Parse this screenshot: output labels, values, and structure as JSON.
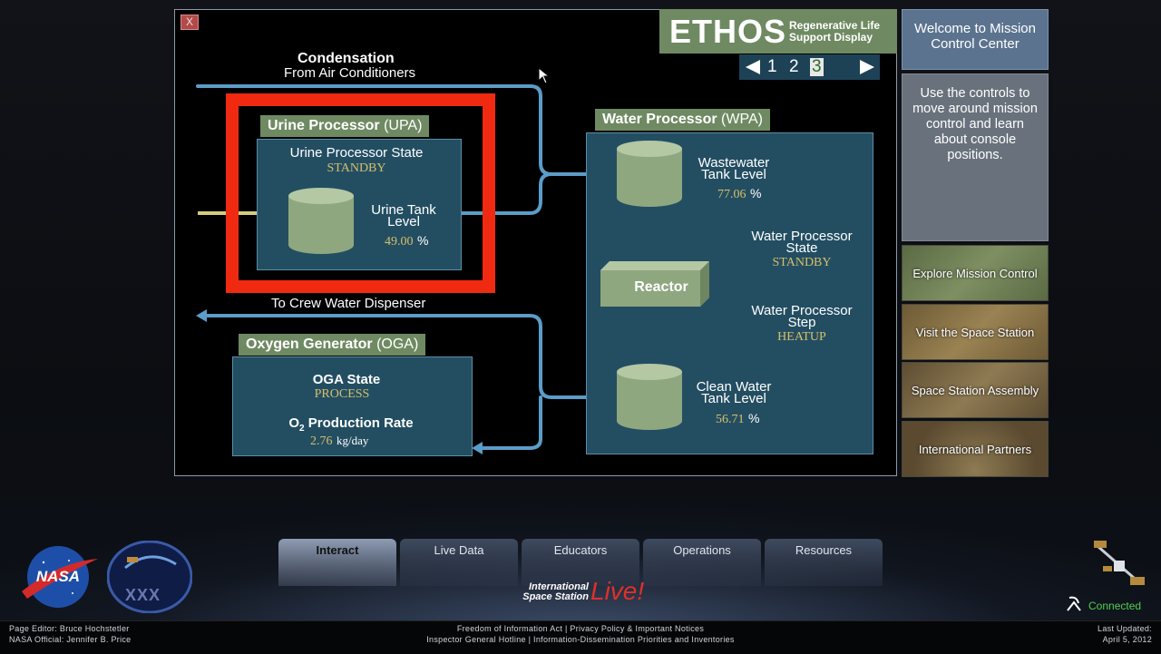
{
  "display": {
    "close_label": "X",
    "ethos": {
      "title": "ETHOS",
      "subtitle_line1": "Regenerative Life",
      "subtitle_line2": "Support Display"
    },
    "pager": {
      "pages": [
        "1",
        "2",
        "3"
      ],
      "current": "3"
    },
    "condensation": {
      "title": "Condensation",
      "subtitle": "From Air Conditioners"
    },
    "upa": {
      "header_bold": "Urine Processor",
      "header_abbr": "(UPA)",
      "state_label": "Urine Processor State",
      "state_value": "STANDBY",
      "tank_label_1": "Urine Tank",
      "tank_label_2": "Level",
      "tank_value": "49.00",
      "tank_unit": "%"
    },
    "wpa": {
      "header_bold": "Water Processor",
      "header_abbr": "(WPA)",
      "wastewater_label_1": "Wastewater",
      "wastewater_label_2": "Tank Level",
      "wastewater_value": "77.06",
      "wastewater_unit": "%",
      "state_label_1": "Water Processor",
      "state_label_2": "State",
      "state_value": "STANDBY",
      "reactor_label": "Reactor",
      "step_label_1": "Water Processor",
      "step_label_2": "Step",
      "step_value": "HEATUP",
      "clean_label_1": "Clean Water",
      "clean_label_2": "Tank Level",
      "clean_value": "56.71",
      "clean_unit": "%"
    },
    "crew_water": "To Crew Water Dispenser",
    "oga": {
      "header_bold": "Oxygen Generator",
      "header_abbr": "(OGA)",
      "state_label": "OGA State",
      "state_value": "PROCESS",
      "rate_label_pre": "O",
      "rate_label_sub": "2",
      "rate_label_post": " Production Rate",
      "rate_value": "2.76",
      "rate_unit": "kg/day"
    }
  },
  "sidebar": {
    "welcome": "Welcome to Mission Control Center",
    "instructions": "Use the controls to move around mission control and learn about console positions.",
    "tiles": [
      "Explore Mission Control",
      "Visit the Space Station",
      "Space Station Assembly",
      "International Partners"
    ]
  },
  "tabs": [
    "Interact",
    "Live Data",
    "Educators",
    "Operations",
    "Resources"
  ],
  "branding": {
    "nasa": "NASA",
    "patch": "XXX",
    "iss_line1": "International",
    "iss_line2": "Space Station",
    "live": "Live!",
    "connected": "Connected"
  },
  "footer": {
    "left_line1": "Page Editor: Bruce Hochstetler",
    "left_line2": "NASA Official: Jennifer B. Price",
    "center_line1": "Freedom of Information Act | Privacy Policy & Important Notices",
    "center_line2": "Inspector General Hotline | Information-Dissemination Priorities and Inventories",
    "right_line1": "Last Updated:",
    "right_line2": "April 5, 2012"
  }
}
